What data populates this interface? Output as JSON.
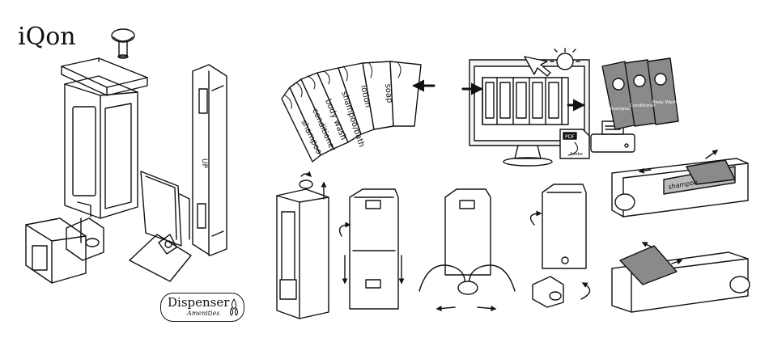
{
  "brand": {
    "logo_text": "iQon"
  },
  "badge": {
    "line1": "Dispenser",
    "line2": "Amenities"
  },
  "fan_labels": [
    "shampoo",
    "conditioner",
    "body wash",
    "shampoo/bath",
    "lotion",
    "soap"
  ],
  "panel": {
    "arrow_text": "UP"
  },
  "labels": {
    "card1": "Shampoo",
    "card2": "Conditioner",
    "card3": "Body Wash",
    "pdf": "PDF",
    "adobe": "Adobe",
    "insert_label": "shampoo"
  },
  "colors": {
    "ink": "#111111",
    "card_fill": "#8a8a8a",
    "screen_fill": "#f4f4f4"
  }
}
